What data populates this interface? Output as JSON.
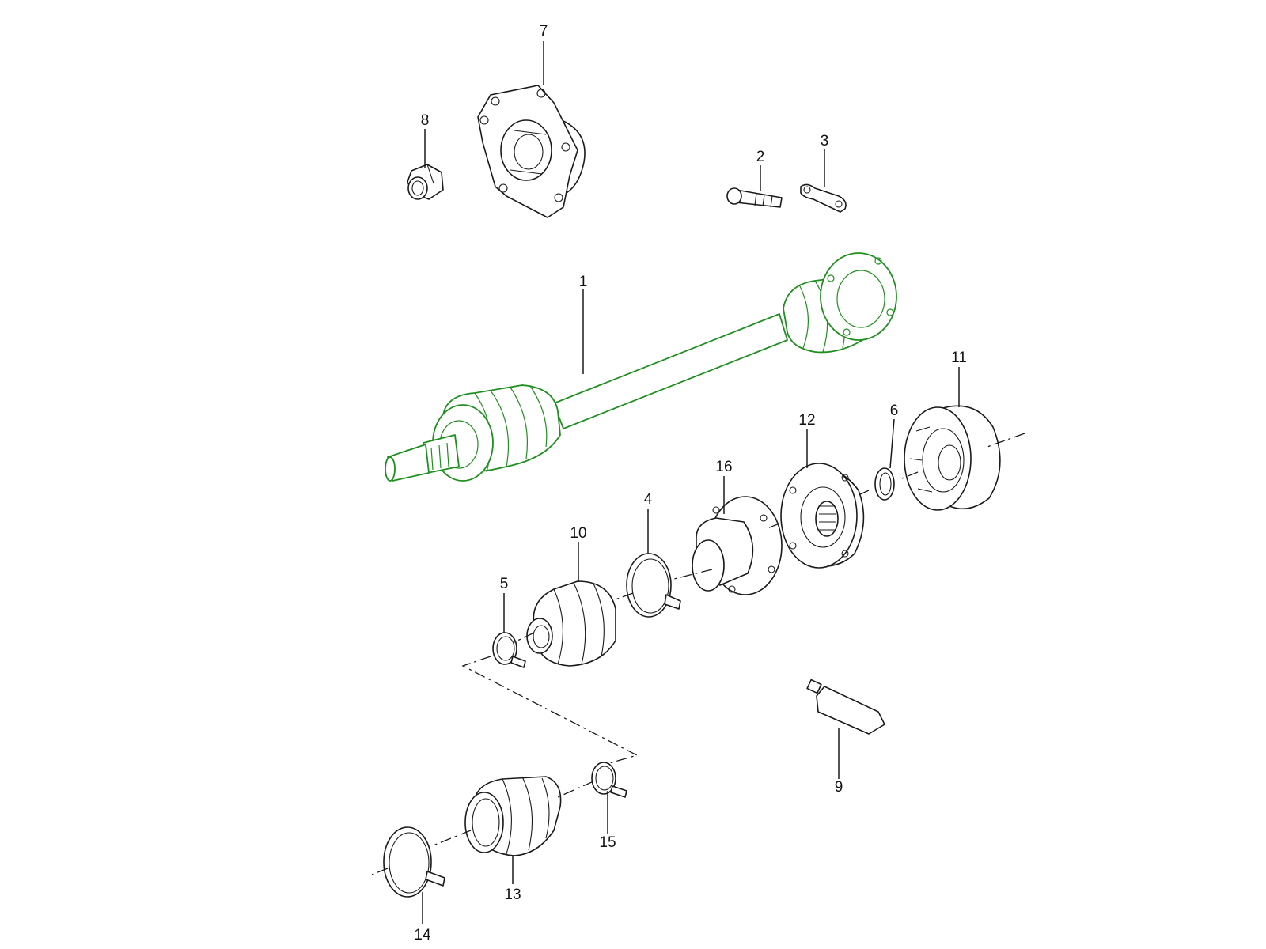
{
  "diagram": {
    "highlight_color": "#1f8f1f",
    "line_color": "#1a1a1a",
    "callouts": {
      "p1": "1",
      "p2": "2",
      "p3": "3",
      "p4": "4",
      "p5": "5",
      "p6": "6",
      "p7": "7",
      "p8": "8",
      "p9": "9",
      "p10": "10",
      "p11": "11",
      "p12": "12",
      "p13": "13",
      "p14": "14",
      "p15": "15",
      "p16": "16"
    }
  }
}
